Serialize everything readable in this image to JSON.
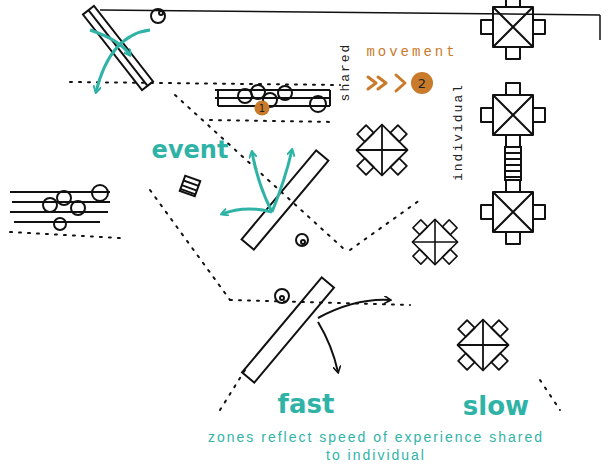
{
  "diagram": {
    "caption": "zones reflect speed of experience shared to individual",
    "labels": [
      "movement",
      "shared",
      "individual",
      "event",
      "1",
      "2",
      "fast",
      "slow"
    ]
  }
}
